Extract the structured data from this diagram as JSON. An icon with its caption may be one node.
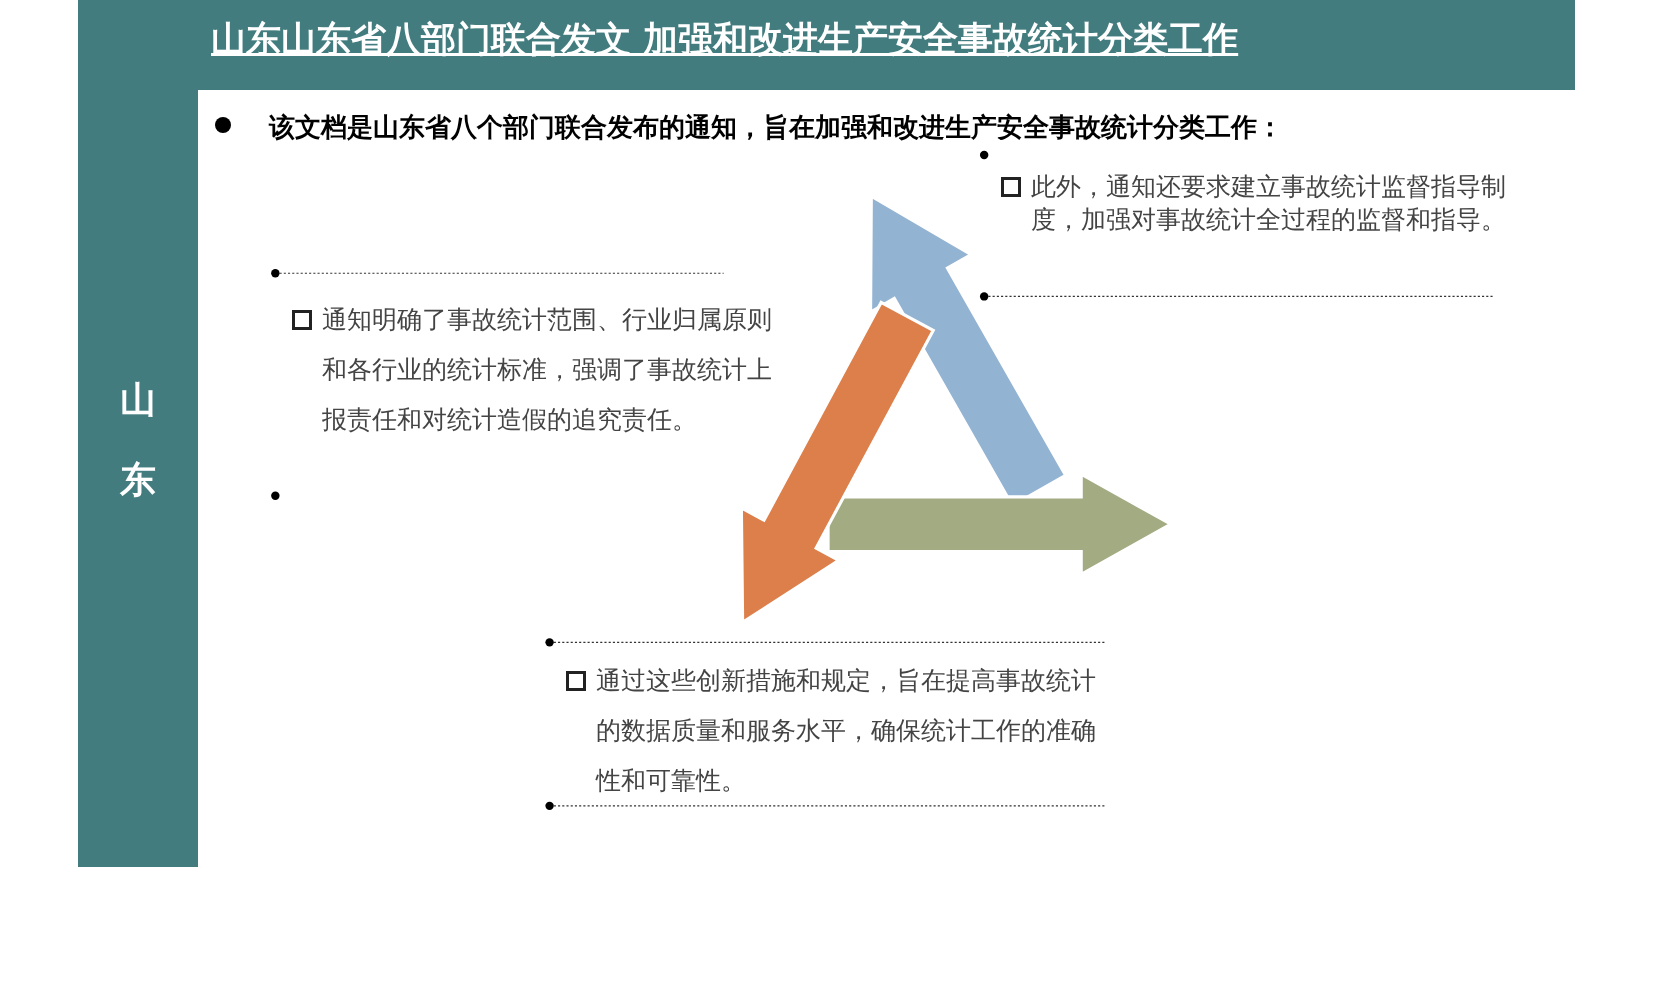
{
  "diagram": {
    "title": "山东山东省八部门联合发文  加强和改进生产安全事故统计分类工作",
    "labels": [
      "山东",
      "该文档是山东省八个部门联合发布的通知，旨在加强和改进生产安全事故统计分类工作：",
      "此外，通知还要求建立事故统计监督指导制度，加强对事故统计全过程的监督和指导。",
      "通知明确了事故统计范围、行业归属原则和各行业的统计标准，强调了事故统计上报责任和对统计造假的追究责任。",
      "通过这些创新措施和规定，旨在提高事故统计的数据质量和服务水平，确保统计工作的准确性和可靠性。"
    ]
  }
}
